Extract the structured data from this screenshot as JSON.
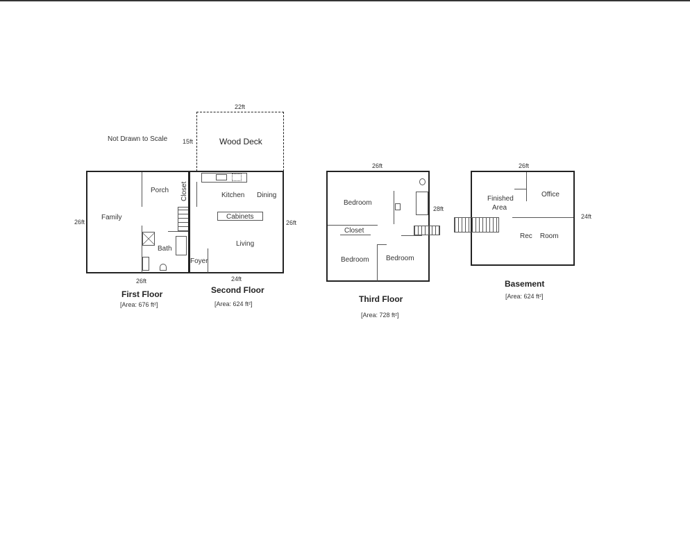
{
  "note": "Not Drawn to Scale",
  "deck": {
    "label": "Wood Deck",
    "width": "22ft",
    "depth": "15ft"
  },
  "first_floor": {
    "title": "First Floor",
    "area": "[Area: 676 ft²]",
    "dims": {
      "bottom": "26ft",
      "left": "26ft"
    },
    "rooms": [
      "Family",
      "Porch",
      "Closet",
      "Bath"
    ]
  },
  "second_floor": {
    "title": "Second Floor",
    "area": "[Area: 624 ft²]",
    "dims": {
      "bottom": "24ft",
      "right": "26ft"
    },
    "rooms": [
      "Kitchen",
      "Dining",
      "Cabinets",
      "Living",
      "Foyer"
    ]
  },
  "third_floor": {
    "title": "Third Floor",
    "area": "[Area: 728 ft²]",
    "dims": {
      "top": "26ft",
      "right": "28ft"
    },
    "rooms": [
      "Bedroom",
      "Closet",
      "Bedroom",
      "Bedroom"
    ]
  },
  "basement": {
    "title": "Basement",
    "area": "[Area: 624 ft²]",
    "dims": {
      "top": "26ft",
      "right": "24ft"
    },
    "rooms": [
      "Finished Area",
      "Office",
      "Rec    Room"
    ]
  }
}
